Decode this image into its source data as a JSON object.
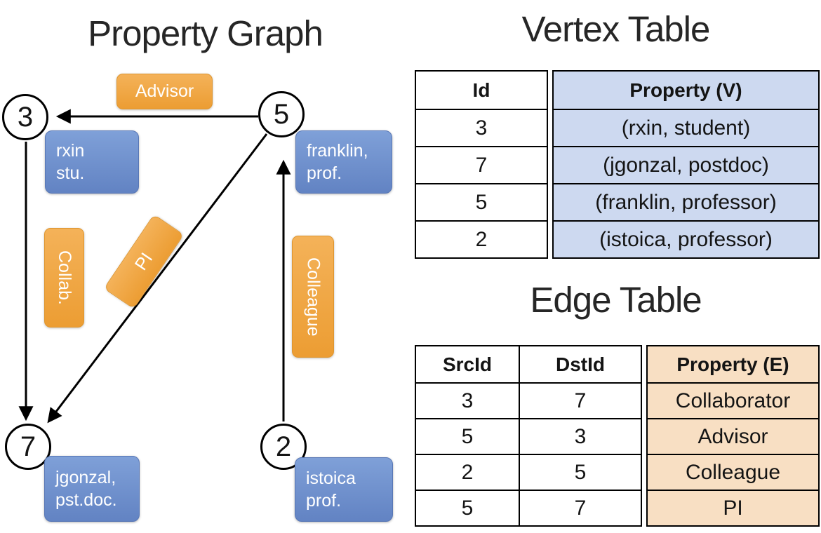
{
  "titles": {
    "graph": "Property Graph",
    "vertex_table": "Vertex Table",
    "edge_table": "Edge Table"
  },
  "colors": {
    "edge_orange": "#F4B259",
    "edge_orange_dark": "#EC9D33",
    "edge_orange_border": "#DE952F",
    "vertex_blue": "#7FA0D8",
    "vertex_blue_dark": "#6283C3",
    "vertex_blue_border": "#5877B5",
    "table_blue_bg": "#CDD9F0",
    "table_orange_bg": "#F8DFC3",
    "line_color": "#000000",
    "title_color": "#262626"
  },
  "graph": {
    "nodes": [
      {
        "id": "3"
      },
      {
        "id": "5"
      },
      {
        "id": "7"
      },
      {
        "id": "2"
      }
    ],
    "vertex_props": [
      {
        "node": "3",
        "text": "rxin\nstu."
      },
      {
        "node": "5",
        "text": "franklin,\nprof."
      },
      {
        "node": "7",
        "text": "jgonzal,\npst.doc."
      },
      {
        "node": "2",
        "text": "istoica\nprof."
      }
    ],
    "edges": [
      {
        "src": "5",
        "dst": "3",
        "label": "Advisor"
      },
      {
        "src": "3",
        "dst": "7",
        "label": "Collab."
      },
      {
        "src": "5",
        "dst": "7",
        "label": "PI"
      },
      {
        "src": "2",
        "dst": "5",
        "label": "Colleague"
      }
    ]
  },
  "vertex_table": {
    "headers": [
      "Id",
      "Property (V)"
    ],
    "rows": [
      [
        "3",
        "(rxin, student)"
      ],
      [
        "7",
        "(jgonzal, postdoc)"
      ],
      [
        "5",
        "(franklin, professor)"
      ],
      [
        "2",
        "(istoica, professor)"
      ]
    ]
  },
  "edge_table": {
    "headers": [
      "SrcId",
      "DstId",
      "Property (E)"
    ],
    "rows": [
      [
        "3",
        "7",
        "Collaborator"
      ],
      [
        "5",
        "3",
        "Advisor"
      ],
      [
        "2",
        "5",
        "Colleague"
      ],
      [
        "5",
        "7",
        "PI"
      ]
    ]
  }
}
